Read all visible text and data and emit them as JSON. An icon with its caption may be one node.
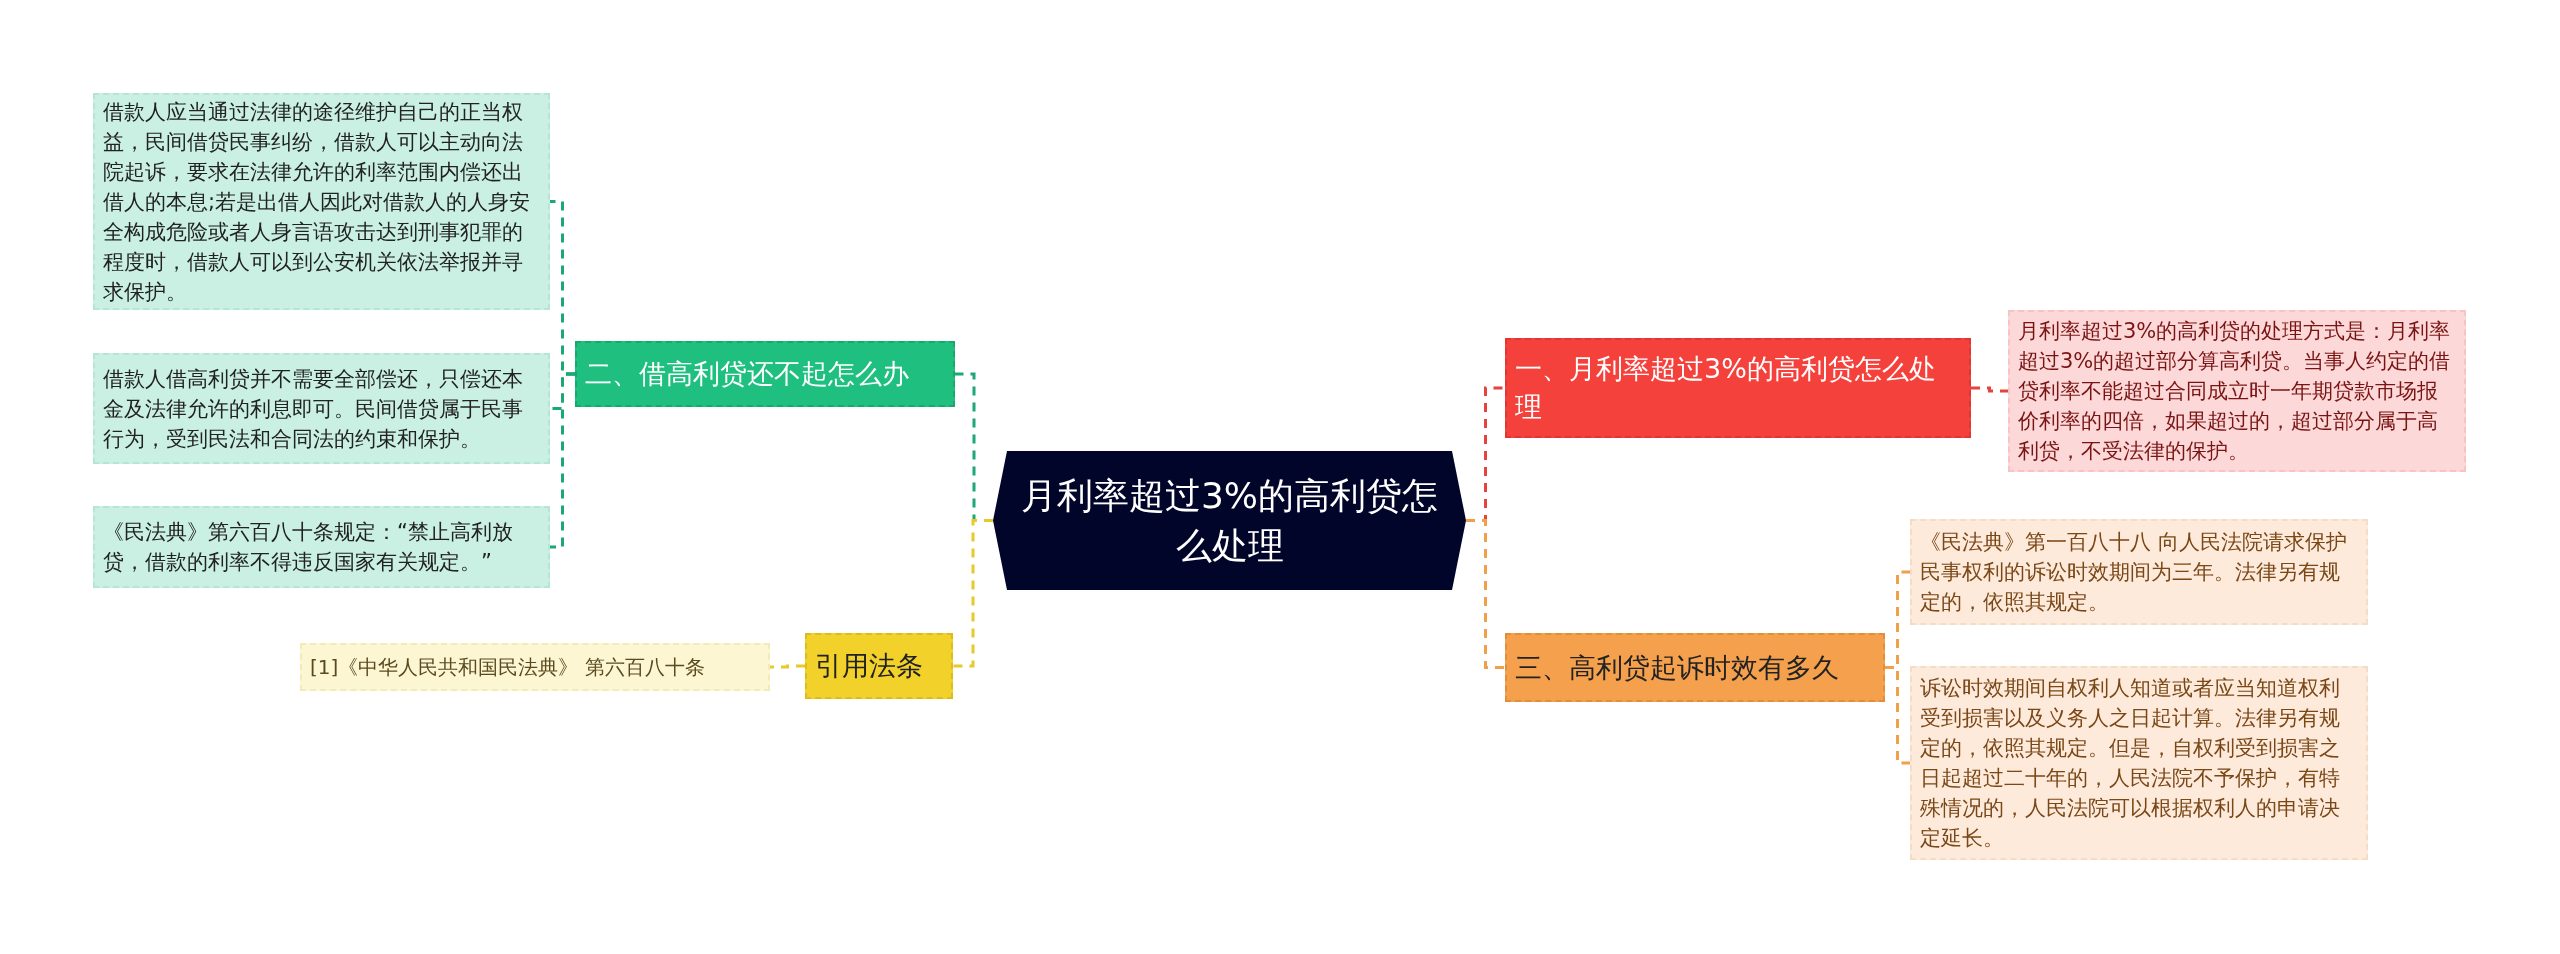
{
  "diagram": {
    "nodes": [
      {
        "text": [
          "月利率超过3%的高利贷怎么处理"
        ]
      },
      {
        "text": [
          "一、月利率超过3%的高利贷怎么处理"
        ]
      },
      {
        "text": [
          "月利率超过3%的高利贷的处理方式是：月利率超过3%的超过部分算高利贷。当事人约定的借贷利率不能超过合同成立时一年期贷款市场报价利率的四倍，如果超过的，超过部分属于高利贷，不受法律的保护。"
        ]
      },
      {
        "text": [
          "三、高利贷起诉时效有多久"
        ]
      },
      {
        "text": [
          "《民法典》第一百八十八 向人民法院请求保护民事权利的诉讼时效期间为三年。法律另有规定的，依照其规定。"
        ]
      },
      {
        "text": [
          "诉讼时效期间自权利人知道或者应当知道权利受到损害以及义务人之日起计算。法律另有规定的，依照其规定。但是，自权利受到损害之日起超过二十年的，人民法院不予保护，有特殊情况的，人民法院可以根据权利人的申请决定延长。"
        ]
      },
      {
        "text": [
          "二、借高利贷还不起怎么办"
        ]
      },
      {
        "text": [
          "借款人应当通过法律的途径维护自己的正当权益，民间借贷民事纠纷，借款人可以主动向法院起诉，要求在法律允许的利率范围内偿还出借人的本息;若是出借人因此对借款人的人身安全构成危险或者人身言语攻击达到刑事犯罪的程度时，借款人可以到公安机关依法举报并寻求保护。"
        ]
      },
      {
        "text": [
          "借款人借高利贷并不需要全部偿还，只偿还本金及法律允许的利息即可。民间借贷属于民事行为，受到民法和合同法的约束和保护。"
        ]
      },
      {
        "text": [
          "《民法典》第六百八十条规定：“禁止高利放贷，借款的利率不得违反国家有关规定。”"
        ]
      },
      {
        "text": [
          "引用法条"
        ]
      },
      {
        "text": [
          "[1]《中华人民共和国民法典》 第六百八十条"
        ]
      }
    ],
    "edges": [
      {
        "from": 0,
        "to": 1,
        "arrow": "none",
        "style": "dashed",
        "color": "#e8423c"
      },
      {
        "from": 1,
        "to": 2,
        "arrow": "none",
        "style": "dashed",
        "color": "#e8423c"
      },
      {
        "from": 0,
        "to": 3,
        "arrow": "none",
        "style": "dashed",
        "color": "#f0a04b"
      },
      {
        "from": 3,
        "to": 4,
        "arrow": "none",
        "style": "dashed",
        "color": "#f0a04b"
      },
      {
        "from": 3,
        "to": 5,
        "arrow": "none",
        "style": "dashed",
        "color": "#f0a04b"
      },
      {
        "from": 0,
        "to": 6,
        "arrow": "none",
        "style": "dashed",
        "color": "#1aa877"
      },
      {
        "from": 6,
        "to": 7,
        "arrow": "none",
        "style": "dashed",
        "color": "#1aa877"
      },
      {
        "from": 6,
        "to": 8,
        "arrow": "none",
        "style": "dashed",
        "color": "#1aa877"
      },
      {
        "from": 6,
        "to": 9,
        "arrow": "none",
        "style": "dashed",
        "color": "#1aa877"
      },
      {
        "from": 0,
        "to": 10,
        "arrow": "none",
        "style": "dashed",
        "color": "#e8c92a"
      },
      {
        "from": 10,
        "to": 11,
        "arrow": "none",
        "style": "dashed",
        "color": "#e8c92a"
      }
    ]
  }
}
